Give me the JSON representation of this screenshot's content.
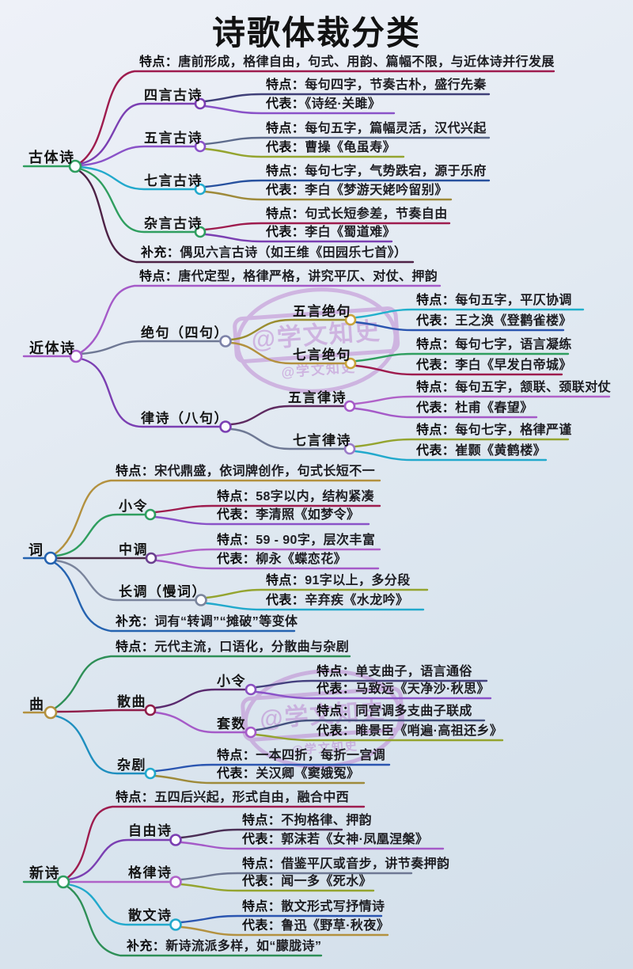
{
  "title": "诗歌体裁分类",
  "watermark": {
    "handle": "@学文知史"
  },
  "colors": {
    "background_top": "#eef1f8",
    "background_bottom": "#d3dfea",
    "text": "#141414",
    "watermark": "#b36cc9",
    "crimson": "#9e1c4e",
    "green": "#2f9e5f",
    "purple": "#7b3fb2",
    "orchid": "#a55ac8",
    "violet": "#b062c8",
    "cyan": "#22a9cc",
    "navy": "#27519e",
    "blue": "#2563b0",
    "slate": "#6e7894",
    "olive": "#94a42f",
    "khaki": "#9e8a3a",
    "tan": "#b3913f",
    "dark_plum": "#4e2246",
    "gold": "#c9a43a"
  },
  "branches": [
    {
      "name": "古体诗",
      "feature": {
        "label": "特点：",
        "text": "唐前形成，格律自由，句式、用韵、篇幅不限，与近体诗并行发展"
      },
      "extra": {
        "label": "补充：",
        "text": "偶见六言古诗（如王维《田园乐七首》）"
      },
      "children": [
        {
          "name": "四言古诗",
          "feature": {
            "label": "特点：",
            "text": "每句四字，节奏古朴，盛行先秦"
          },
          "rep": {
            "label": "代表：",
            "text": "《诗经·关雎》"
          }
        },
        {
          "name": "五言古诗",
          "feature": {
            "label": "特点：",
            "text": "每句五字，篇幅灵活，汉代兴起"
          },
          "rep": {
            "label": "代表：",
            "text": "曹操《龟虽寿》"
          }
        },
        {
          "name": "七言古诗",
          "feature": {
            "label": "特点：",
            "text": "每句七字，气势跌宕，源于乐府"
          },
          "rep": {
            "label": "代表：",
            "text": "李白《梦游天姥吟留别》"
          }
        },
        {
          "name": "杂言古诗",
          "feature": {
            "label": "特点：",
            "text": "句式长短参差，节奏自由"
          },
          "rep": {
            "label": "代表：",
            "text": "李白《蜀道难》"
          }
        }
      ]
    },
    {
      "name": "近体诗",
      "feature": {
        "label": "特点：",
        "text": "唐代定型，格律严格，讲究平仄、对仗、押韵"
      },
      "children": [
        {
          "name": "绝句（四句）",
          "children": [
            {
              "name": "五言绝句",
              "feature": {
                "label": "特点：",
                "text": "每句五字，平仄协调"
              },
              "rep": {
                "label": "代表：",
                "text": "王之涣《登鹳雀楼》"
              }
            },
            {
              "name": "七言绝句",
              "feature": {
                "label": "特点：",
                "text": "每句七字，语言凝练"
              },
              "rep": {
                "label": "代表：",
                "text": "李白《早发白帝城》"
              }
            }
          ]
        },
        {
          "name": "律诗（八句）",
          "children": [
            {
              "name": "五言律诗",
              "feature": {
                "label": "特点：",
                "text": "每句五字，颔联、颈联对仗"
              },
              "rep": {
                "label": "代表：",
                "text": "杜甫《春望》"
              }
            },
            {
              "name": "七言律诗",
              "feature": {
                "label": "特点：",
                "text": "每句七字，格律严谨"
              },
              "rep": {
                "label": "代表：",
                "text": "崔颢《黄鹤楼》"
              }
            }
          ]
        }
      ]
    },
    {
      "name": "词",
      "feature": {
        "label": "特点：",
        "text": "宋代鼎盛，依词牌创作，句式长短不一"
      },
      "extra": {
        "label": "补充：",
        "text": "词有“转调”“摊破”等变体"
      },
      "children": [
        {
          "name": "小令",
          "feature": {
            "label": "特点：",
            "text": "58字以内，结构紧凑"
          },
          "rep": {
            "label": "代表：",
            "text": "李清照《如梦令》"
          }
        },
        {
          "name": "中调",
          "feature": {
            "label": "特点：",
            "text": "59 - 90字，层次丰富"
          },
          "rep": {
            "label": "代表：",
            "text": "柳永《蝶恋花》"
          }
        },
        {
          "name": "长调（慢词）",
          "feature": {
            "label": "特点：",
            "text": "91字以上，多分段"
          },
          "rep": {
            "label": "代表：",
            "text": "辛弃疾《水龙吟》"
          }
        }
      ]
    },
    {
      "name": "曲",
      "feature": {
        "label": "特点：",
        "text": "元代主流，口语化，分散曲与杂剧"
      },
      "children": [
        {
          "name": "散曲",
          "children": [
            {
              "name": "小令",
              "feature": {
                "label": "特点：",
                "text": "单支曲子，语言通俗"
              },
              "rep": {
                "label": "代表：",
                "text": "马致远《天净沙·秋思》"
              }
            },
            {
              "name": "套数",
              "feature": {
                "label": "特点：",
                "text": "同宫调多支曲子联成"
              },
              "rep": {
                "label": "代表：",
                "text": "睢景臣《哨遍·高祖还乡》"
              }
            }
          ]
        },
        {
          "name": "杂剧",
          "feature": {
            "label": "特点：",
            "text": "一本四折，每折一宫调"
          },
          "rep": {
            "label": "代表：",
            "text": "关汉卿《窦娥冤》"
          }
        }
      ]
    },
    {
      "name": "新诗",
      "feature": {
        "label": "特点：",
        "text": "五四后兴起，形式自由，融合中西"
      },
      "extra": {
        "label": "补充：",
        "text": "新诗流派多样，如“朦胧诗”"
      },
      "children": [
        {
          "name": "自由诗",
          "feature": {
            "label": "特点：",
            "text": "不拘格律、押韵"
          },
          "rep": {
            "label": "代表：",
            "text": "郭沫若《女神·凤凰涅槃》"
          }
        },
        {
          "name": "格律诗",
          "feature": {
            "label": "特点：",
            "text": "借鉴平仄或音步，讲节奏押韵"
          },
          "rep": {
            "label": "代表：",
            "text": "闻一多《死水》"
          }
        },
        {
          "name": "散文诗",
          "feature": {
            "label": "特点：",
            "text": "散文形式写抒情诗"
          },
          "rep": {
            "label": "代表：",
            "text": "鲁迅《野草·秋夜》"
          }
        }
      ]
    }
  ]
}
